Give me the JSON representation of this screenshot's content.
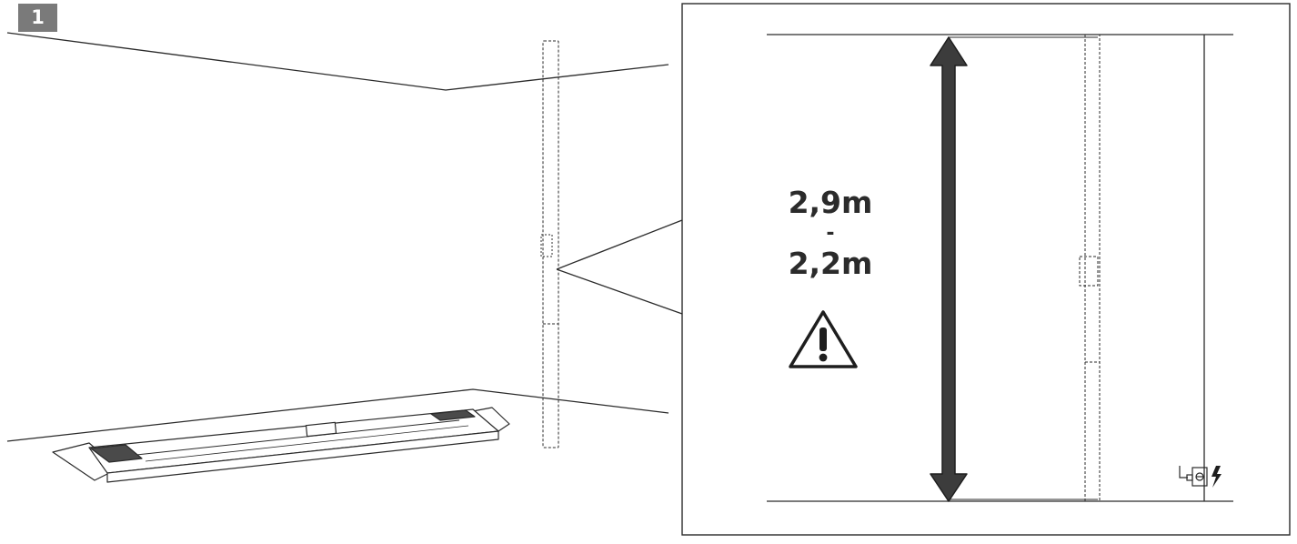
{
  "step": {
    "number": "1"
  },
  "detail": {
    "height_max": "2,9m",
    "range_separator": "-",
    "height_min": "2,2m"
  },
  "icons": {
    "warning": "warning-icon",
    "power_outlet": "power-outlet-icon",
    "electricity": "lightning-icon",
    "package": "product-box"
  },
  "colors": {
    "line": "#2b2b2b",
    "badge": "#7a7a7a",
    "arrow_fill": "#3c3c3c"
  }
}
